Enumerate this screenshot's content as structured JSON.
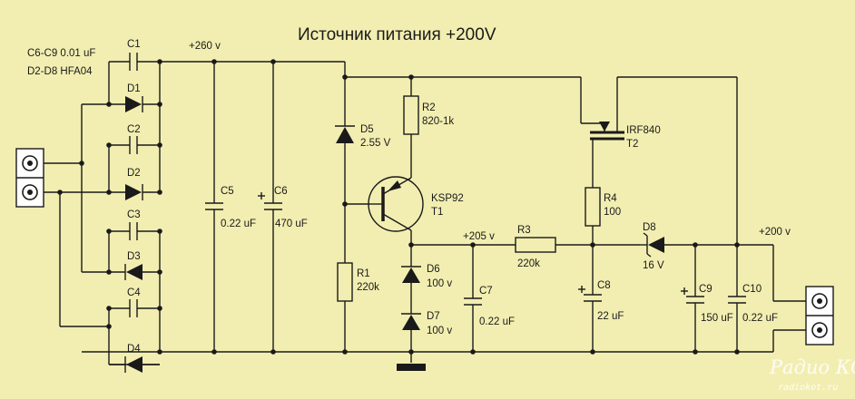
{
  "title": "Источник питания +200V",
  "notes": {
    "caps": "C6-C9 0.01 uF",
    "diodes": "D2-D8 HFA04"
  },
  "voltages": {
    "v260": "+260 v",
    "v205": "+205 v",
    "v200": "+200 v"
  },
  "components": {
    "C1": "C1",
    "C2": "C2",
    "C3": "C3",
    "C4": "C4",
    "D1": "D1",
    "D2": "D2",
    "D3": "D3",
    "D4": "D4",
    "C5": "C5",
    "C5_value": "0.22 uF",
    "C6": "C6",
    "C6_value": "470 uF",
    "D5": "D5",
    "D5_value": "2.55 V",
    "R1": "R1",
    "R1_value": "220k",
    "R2": "R2",
    "R2_value": "820-1k",
    "T1": "T1",
    "T1_type": "KSP92",
    "D6": "D6",
    "D6_value": "100 v",
    "D7": "D7",
    "D7_value": "100 v",
    "C7": "C7",
    "C7_value": "0.22 uF",
    "R3": "R3",
    "R3_value": "220k",
    "T2": "T2",
    "T2_type": "IRF840",
    "R4": "R4",
    "R4_value": "100",
    "C8": "C8",
    "C8_value": "22 uF",
    "D8": "D8",
    "D8_value": "16 V",
    "C9": "C9",
    "C9_value": "150 uF",
    "C10": "C10",
    "C10_value": "0.22 uF"
  },
  "watermark": {
    "name": "Радио КОТ",
    "url": "radiokot.ru"
  },
  "colors": {
    "background": "#f2eeb1",
    "ink": "#1a1a1a"
  }
}
